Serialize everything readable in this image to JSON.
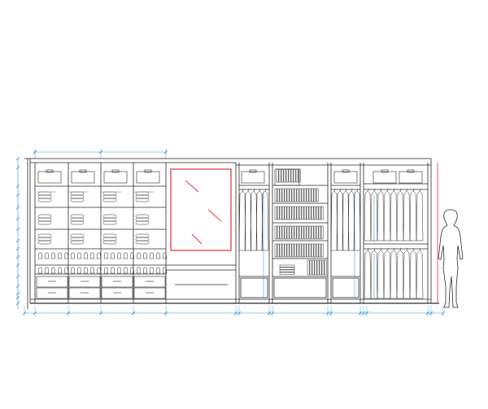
{
  "colors": {
    "line": "#2a2a2a",
    "dim": "#2b8fd6",
    "mirror": "#e0303a",
    "background": "#ffffff"
  },
  "dimensions": {
    "top": [
      "1114",
      "1114"
    ],
    "bottom": [
      "120",
      "575",
      "575",
      "575",
      "575",
      "1220",
      "18",
      "505",
      "18",
      "1040",
      "18",
      "505",
      "18",
      "18",
      "1140",
      "18",
      "120"
    ],
    "left": [
      "336",
      "384",
      "304",
      "343",
      "343",
      "343",
      "217",
      "207",
      "288",
      "236",
      "144",
      "120"
    ],
    "inner": [
      "545",
      "545",
      "545",
      "545",
      "1000",
      "850",
      "376",
      "376"
    ]
  }
}
